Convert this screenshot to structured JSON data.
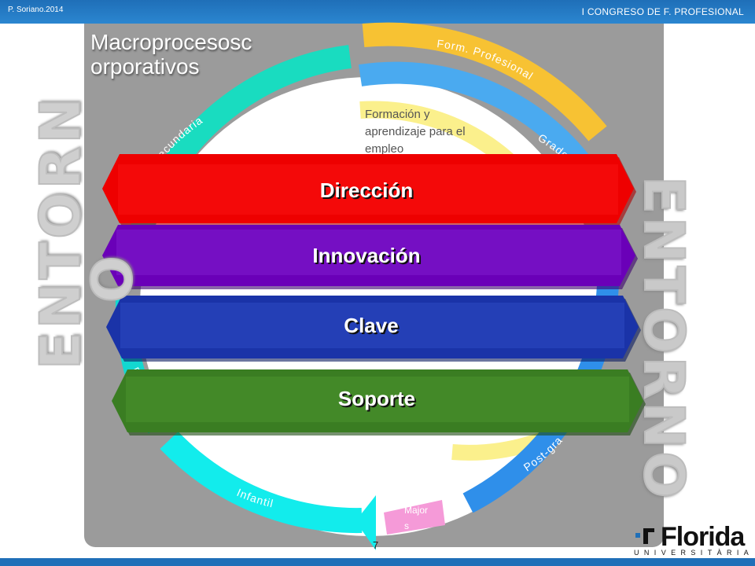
{
  "header": {
    "author": "P. Soriano.2014",
    "conference": "I CONGRESO  DE F. PROFESIONAL"
  },
  "title_line1": "Macroprocesosc",
  "title_line2": "orporativos",
  "environment": {
    "left": "ENTORN",
    "left_wrap": "O",
    "right": "ENTORNO"
  },
  "ring_labels": {
    "form_profesional": "Form. Profesional",
    "grado": "Grado",
    "post_grado": "Post-gra",
    "mayores_line1": "Major",
    "mayores_line2": "s",
    "infantil": "Infantil",
    "primaria": "Prima",
    "secundaria": "Secundaria"
  },
  "center_text": [
    "Formación y",
    "aprendizaje para el",
    "empleo"
  ],
  "processes": [
    "Dirección",
    "Innovación",
    "Clave",
    "Soporte"
  ],
  "colors": {
    "direccion": "#ee0000",
    "innovacion": "#6a00b8",
    "clave": "#1a33a8",
    "soporte": "#3a7d22",
    "form_profesional": "#f7c233",
    "grado": "#4aaaf0",
    "yellow_ring": "#fbf08c",
    "secundaria": "#19dcc0",
    "infantil": "#12ecec",
    "mayores": "#f59ad8",
    "post_grado": "#2f8fea"
  },
  "slide_number": "7",
  "logo": {
    "name": "Florida",
    "sub": "UNIVERSITÀRIA"
  }
}
